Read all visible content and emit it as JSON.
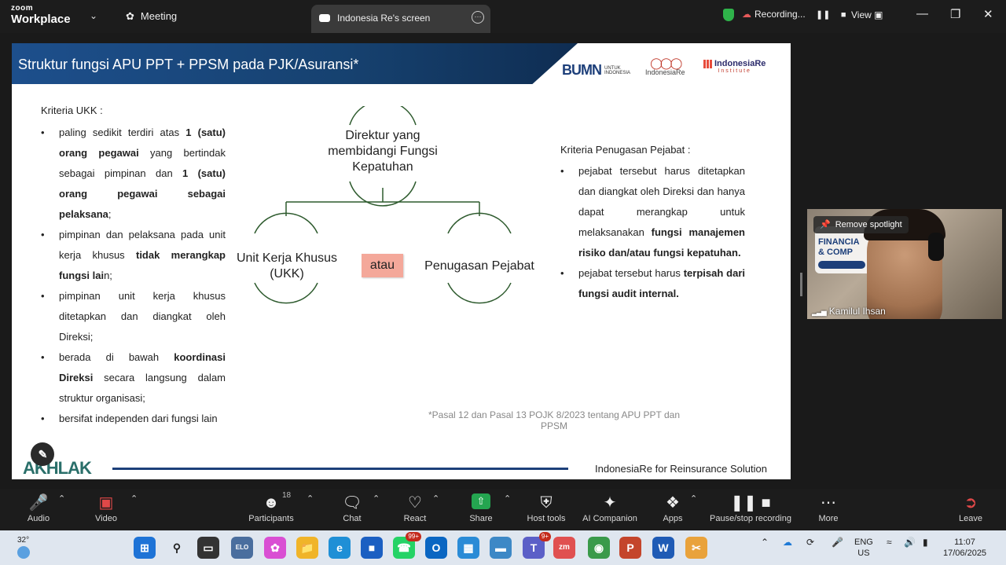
{
  "topbar": {
    "brand_top": "zoom",
    "brand_bottom": "Workplace",
    "meeting_label": "Meeting",
    "share_tab_label": "Indonesia Re's screen",
    "recording_label": "Recording...",
    "view_label": "View"
  },
  "slide": {
    "title": "Struktur fungsi APU PPT +  PPSM pada PJK/Asuransi*",
    "logo_bumn": "BUMN",
    "logo_bumn_sub": "UNTUK INDONESIA",
    "logo_indonesiare": "IndonesiaRe",
    "logo_institute": "IndonesiaRe",
    "logo_institute_sub": "Institute",
    "left_title": "Kriteria UKK :",
    "left_items": [
      {
        "pre": "paling sedikit terdiri atas ",
        "b1": "1 (satu) orang pegawai",
        "mid": " yang bertindak sebagai pimpinan dan ",
        "b2": "1 (satu) orang pegawai sebagai pelaksana",
        "post": ";"
      },
      {
        "pre": "pimpinan dan pelaksana pada unit kerja khusus ",
        "b1": "tidak merangkap fungsi lai",
        "mid": "n;",
        "b2": "",
        "post": ""
      },
      {
        "pre": "pimpinan unit kerja khusus ditetapkan dan diangkat oleh Direksi;",
        "b1": "",
        "mid": "",
        "b2": "",
        "post": ""
      },
      {
        "pre": "berada di bawah ",
        "b1": "koordinasi Direksi",
        "mid": " secara langsung dalam struktur organisasi;",
        "b2": "",
        "post": ""
      },
      {
        "pre": "bersifat independen dari fungsi lain",
        "b1": "",
        "mid": "",
        "b2": "",
        "post": ""
      }
    ],
    "diagram": {
      "top": "Direktur yang membidangi Fungsi Kepatuhan",
      "left": "Unit Kerja Khusus (UKK)",
      "middle": "atau",
      "right": "Penugasan Pejabat"
    },
    "right_title": "Kriteria Penugasan Pejabat :",
    "right_items": [
      {
        "pre": "pejabat tersebut harus ditetapkan dan diangkat oleh Direksi dan hanya dapat merangkap untuk melaksanakan ",
        "b1": "fungsi manajemen risiko dan/atau fungsi kepatuhan.",
        "mid": "",
        "b2": "",
        "post": ""
      },
      {
        "pre": "pejabat tersebut harus ",
        "b1": "terpisah dari fungsi audit internal.",
        "mid": "",
        "b2": "",
        "post": ""
      }
    ],
    "note": "*Pasal 12 dan Pasal 13 POJK 8/2023 tentang APU PPT dan PPSM",
    "akhlak": "AKHLAK",
    "footer": "IndonesiaRe for Reinsurance Solution"
  },
  "video": {
    "remove_spotlight": "Remove spotlight",
    "name": "Kamilul Ihsan",
    "bg_text_line1": "FINANCIA",
    "bg_text_line2": "& COMP"
  },
  "toolbar": {
    "audio": "Audio",
    "video": "Video",
    "participants": "Participants",
    "participants_count": "18",
    "chat": "Chat",
    "react": "React",
    "share": "Share",
    "host_tools": "Host tools",
    "ai_companion": "AI Companion",
    "apps": "Apps",
    "pause_stop": "Pause/stop recording",
    "more": "More",
    "leave": "Leave"
  },
  "taskbar": {
    "weather_temp": "32°",
    "lang_line1": "ENG",
    "lang_line2": "US",
    "time": "11:07",
    "date": "17/06/2025",
    "whatsapp_badge": "99+",
    "teams_badge": "9+"
  },
  "colors": {
    "slide_header": "#1d4f8c",
    "atau_box": "#f4a89a",
    "diagram_line": "#2d5a2d",
    "share_green": "#24a550",
    "recording_shield": "#2fb34a"
  }
}
